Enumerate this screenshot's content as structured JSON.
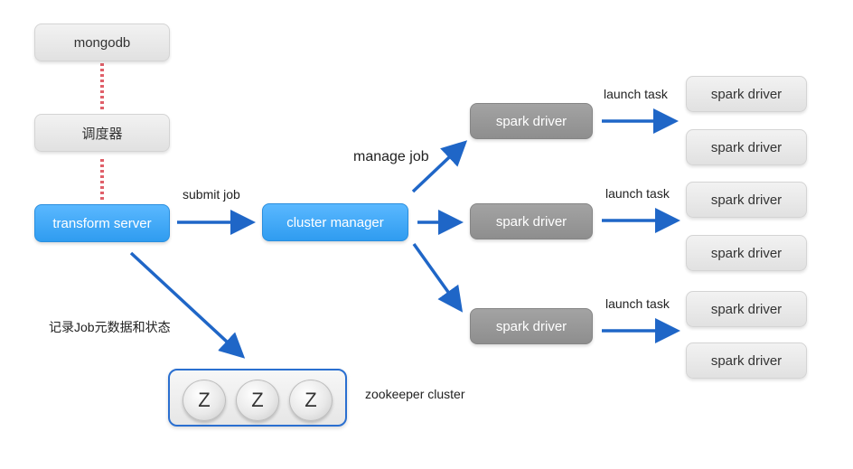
{
  "nodes": {
    "mongodb": "mongodb",
    "scheduler": "调度器",
    "transform_server": "transform server",
    "cluster_manager": "cluster manager",
    "spark_driver_1": "spark driver",
    "spark_driver_2": "spark driver",
    "spark_driver_3": "spark driver",
    "worker_1a": "spark driver",
    "worker_1b": "spark driver",
    "worker_2a": "spark driver",
    "worker_2b": "spark driver",
    "worker_3a": "spark driver",
    "worker_3b": "spark driver"
  },
  "labels": {
    "submit_job": "submit job",
    "manage_job": "manage job",
    "launch_task_1": "launch task",
    "launch_task_2": "launch task",
    "launch_task_3": "launch task",
    "record_job": "记录Job元数据和状态",
    "zookeeper_cluster": "zookeeper cluster"
  },
  "zookeeper": {
    "z1": "Z",
    "z2": "Z",
    "z3": "Z"
  },
  "colors": {
    "arrow": "#1f66c7",
    "dashed_link": "#e0606a",
    "blue_node": "#2f9cf0",
    "gray_node": "#8e8e8e"
  }
}
